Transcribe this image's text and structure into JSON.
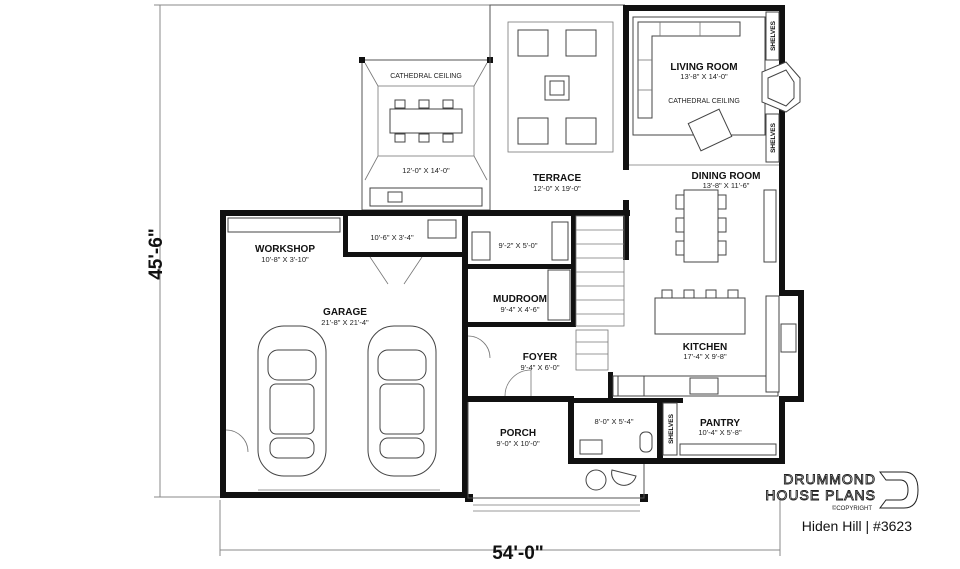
{
  "dimensions": {
    "width": "54'-0\"",
    "depth": "45'-6\""
  },
  "rooms": {
    "living": {
      "name": "LIVING ROOM",
      "size": "13'-8\" X 14'-0\"",
      "note": "CATHEDRAL CEILING"
    },
    "dining": {
      "name": "DINING ROOM",
      "size": "13'-8\" X 11'-6\""
    },
    "kitchen": {
      "name": "KITCHEN",
      "size": "17'-4\" X 9'-8\""
    },
    "pantry": {
      "name": "PANTRY",
      "size": "10'-4\" X 5'-8\""
    },
    "terrace": {
      "name": "TERRACE",
      "size": "12'-0\" X 19'-0\""
    },
    "covered": {
      "note": "CATHEDRAL CEILING",
      "size": "12'-0\" X 14'-0\""
    },
    "workshop": {
      "name": "WORKSHOP",
      "size": "10'-8\" X 3'-10\""
    },
    "garage": {
      "name": "GARAGE",
      "size": "21'-8\" X 21'-4\""
    },
    "storage": {
      "size": "10'-6\" X 3'-4\""
    },
    "bath": {
      "size": "9'-2\" X 5'-0\""
    },
    "mudroom": {
      "name": "MUDROOM",
      "size": "9'-4\" X 4'-6\""
    },
    "foyer": {
      "name": "FOYER",
      "size": "9'-4\" X 6'-0\""
    },
    "porch": {
      "name": "PORCH",
      "size": "9'-0\" X 10'-0\""
    },
    "closet": {
      "size": "8'-0\" X 5'-4\""
    }
  },
  "shelves_label": "SHELVES",
  "brand": {
    "line1": "DRUMMOND",
    "line2": "HOUSE PLANS",
    "copyright": "©COPYRIGHT",
    "plan": "Hiden Hill | #3623"
  }
}
